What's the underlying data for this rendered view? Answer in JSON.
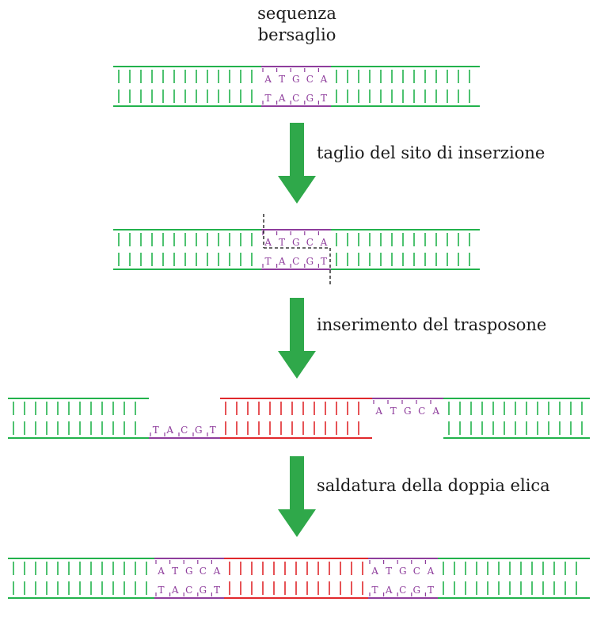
{
  "title_lines": [
    "sequenza",
    "bersaglio"
  ],
  "steps": [
    {
      "label": "taglio del sito di inserzione"
    },
    {
      "label": "inserimento del trasposone"
    },
    {
      "label": "saldatura della doppia elica"
    }
  ],
  "sequences": {
    "top": [
      "A",
      "T",
      "G",
      "C",
      "A"
    ],
    "bottom": [
      "T",
      "A",
      "C",
      "G",
      "T"
    ]
  },
  "colors": {
    "host_dna": "#22b24c",
    "target_site": "#8e3d9c",
    "transposon": "#e0282c",
    "arrow": "#2fa84a",
    "cut_line": "#111111",
    "text": "#1a1a1a"
  },
  "legend": []
}
